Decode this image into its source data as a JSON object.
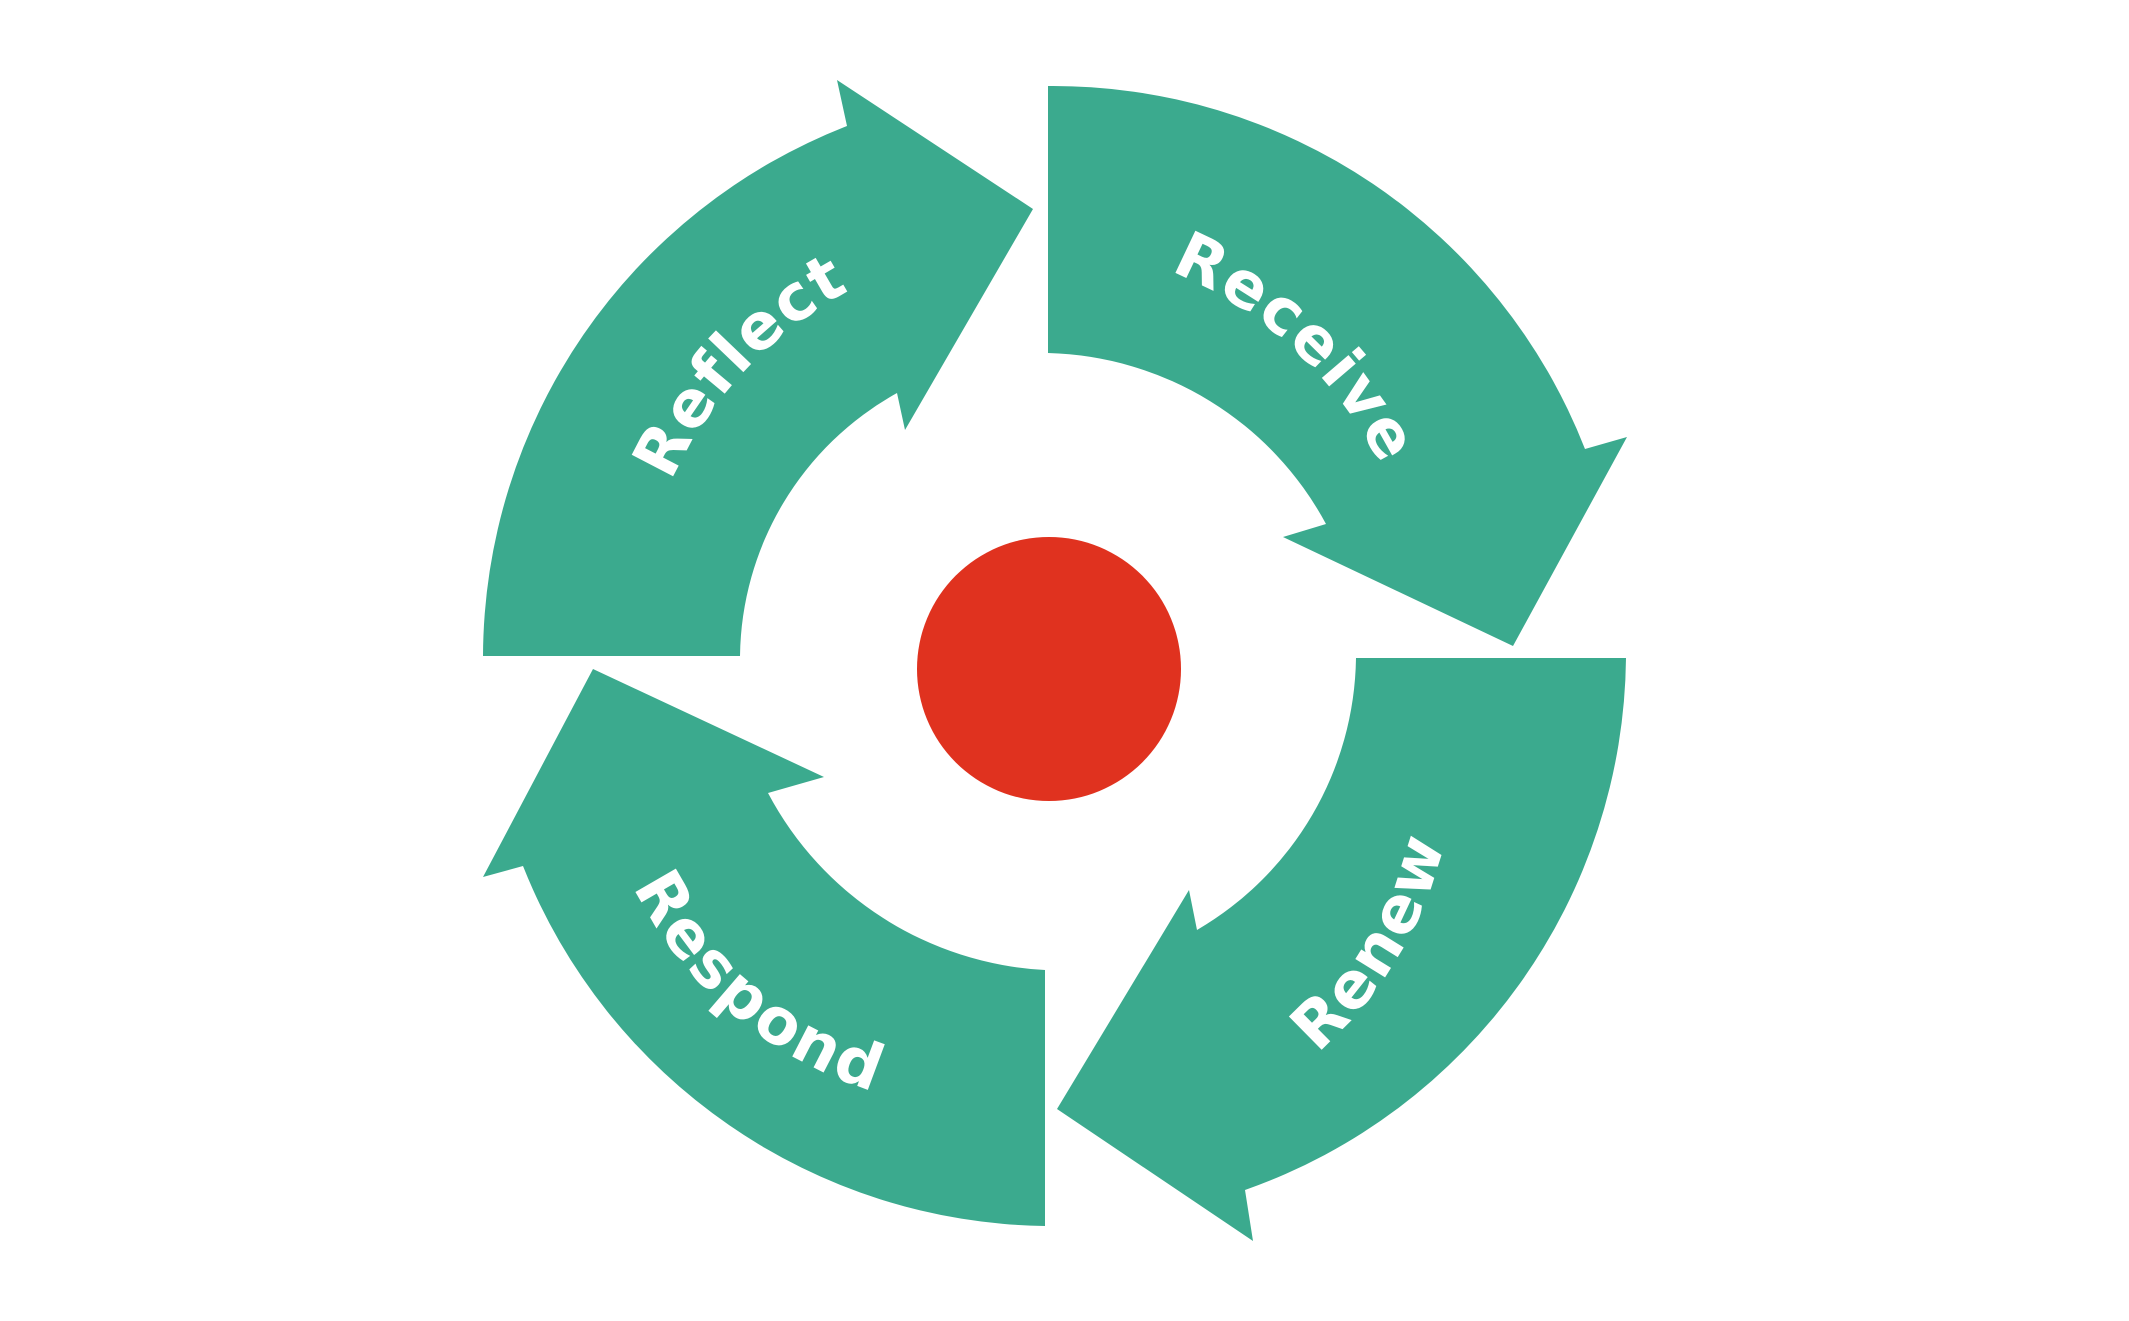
{
  "colors": {
    "arrow": "#3BAA8E",
    "center": "#E0321F",
    "label": "#FFFFFF",
    "background": "#FFFFFF"
  },
  "cycle": {
    "segments": [
      {
        "label": "Reflect"
      },
      {
        "label": "Receive"
      },
      {
        "label": "Renew"
      },
      {
        "label": "Respond"
      }
    ]
  }
}
